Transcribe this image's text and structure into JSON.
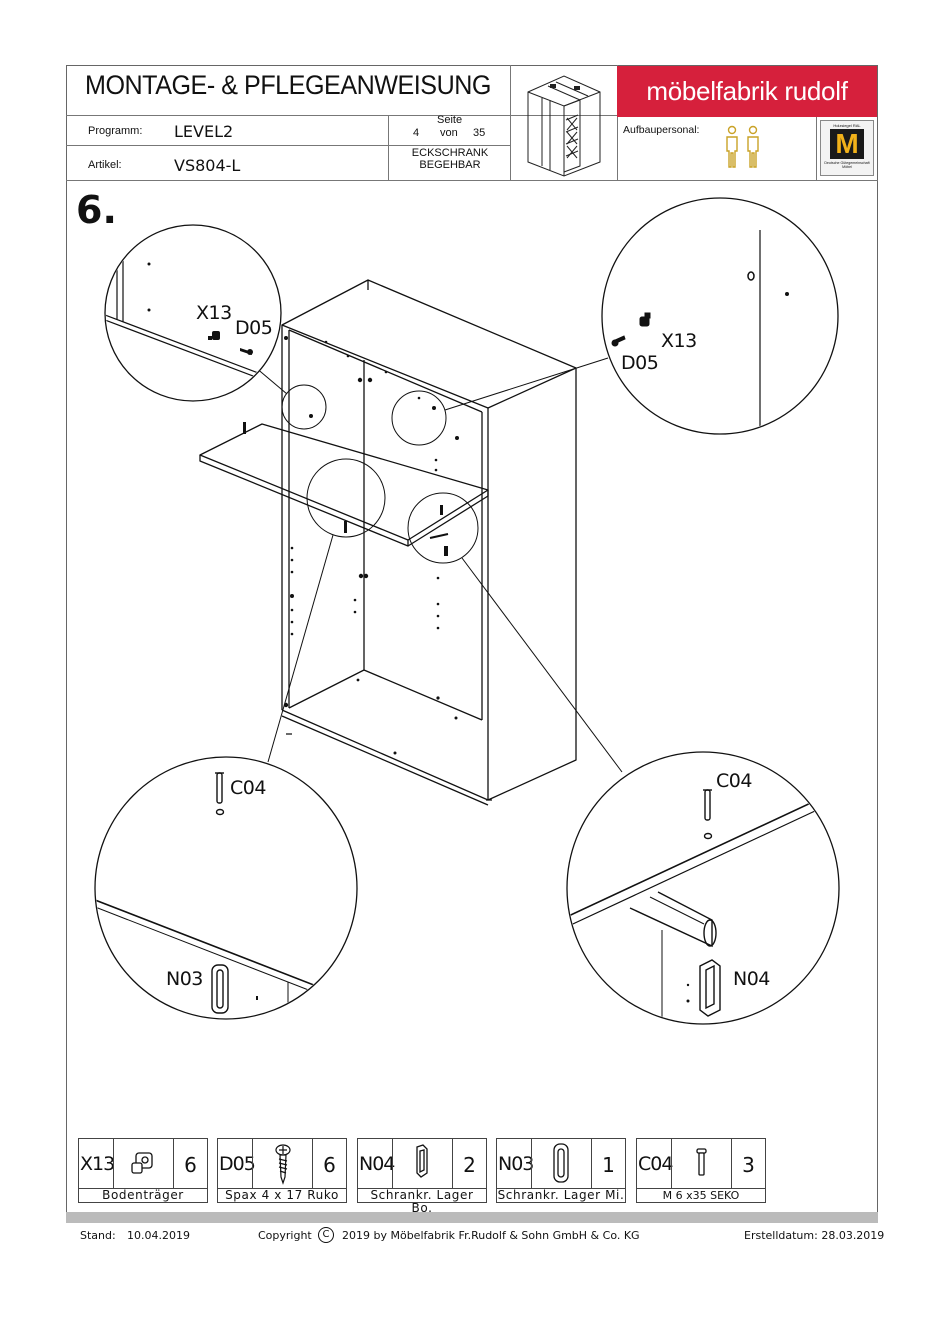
{
  "header": {
    "title": "MONTAGE- & PFLEGEANWEISUNG",
    "programm_label": "Programm:",
    "programm_value": "LEVEL2",
    "artikel_label": "Artikel:",
    "artikel_value": "VS804-L",
    "seite_label": "Seite",
    "seite_num": "4",
    "von_label": "von",
    "seite_total": "35",
    "product_line1": "ECKSCHRANK",
    "product_line2": "BEGEHBAR",
    "brand": "möbelfabrik rudolf",
    "aufbau_label": "Aufbaupersonal:",
    "seal_top": "Holzsiegel RAL",
    "seal_letter": "M",
    "seal_bottom": "Deutsche Gütegemeinschaft Möbel"
  },
  "step": {
    "number": "6."
  },
  "callouts": {
    "tl_x13": "X13",
    "tl_d05": "D05",
    "tr_x13": "X13",
    "tr_d05": "D05",
    "bl_c04": "C04",
    "bl_n03": "N03",
    "br_c04": "C04",
    "br_n04": "N04"
  },
  "parts": [
    {
      "code": "X13",
      "qty": "6",
      "name": "Bodenträger"
    },
    {
      "code": "D05",
      "qty": "6",
      "name": "Spax 4 x 17 Ruko"
    },
    {
      "code": "N04",
      "qty": "2",
      "name": "Schrankr. Lager Bo."
    },
    {
      "code": "N03",
      "qty": "1",
      "name": "Schrankr. Lager Mi."
    },
    {
      "code": "C04",
      "qty": "3",
      "name": "M 6 x35 SEKO"
    }
  ],
  "footer": {
    "stand_label": "Stand:",
    "stand_date": "10.04.2019",
    "copyright_label": "Copyright",
    "copyright_symbol": "C",
    "copyright_text": "2019  by Möbelfabrik Fr.Rudolf & Sohn GmbH & Co. KG",
    "erstell": "Erstelldatum: 28.03.2019"
  },
  "colors": {
    "brand_red": "#d6203c",
    "person_icon": "#c9a227"
  }
}
